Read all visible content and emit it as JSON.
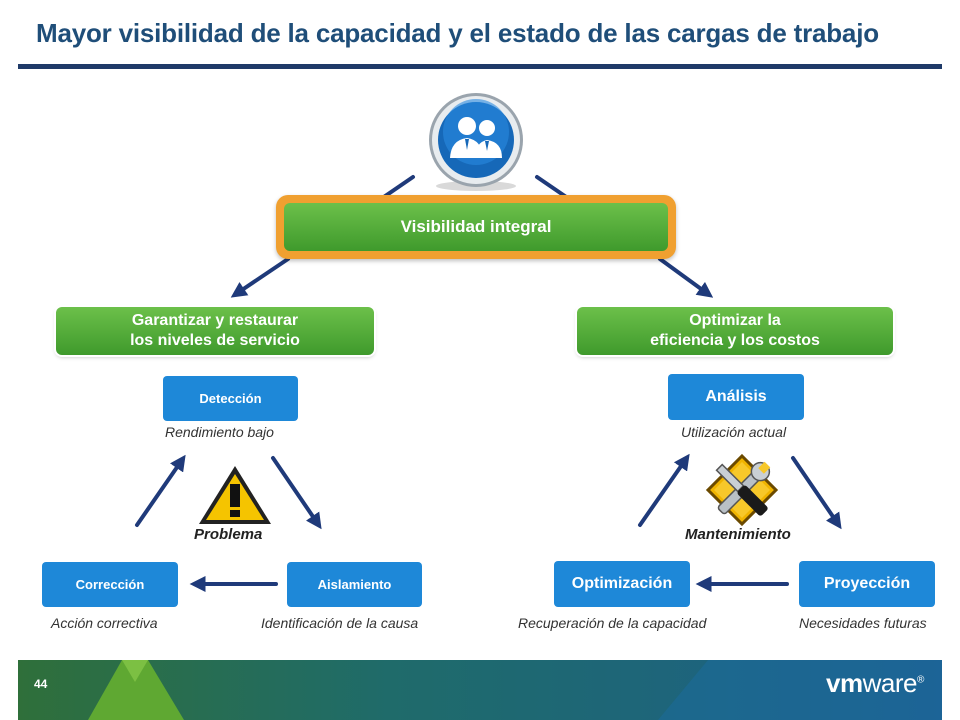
{
  "title": "Mayor visibilidad de la capacidad y el estado de las cargas de trabajo",
  "top_box": "Visibilidad integral",
  "left_branch": {
    "heading_line1": "Garantizar y restaurar",
    "heading_line2": "los niveles de servicio",
    "cycle_center_label": "Problema",
    "nodes": {
      "top": {
        "label": "Detección",
        "caption": "Rendimiento bajo"
      },
      "right": {
        "label": "Aislamiento",
        "caption": "Identificación de la causa"
      },
      "left": {
        "label": "Corrección",
        "caption": "Acción correctiva"
      }
    }
  },
  "right_branch": {
    "heading_line1": "Optimizar la",
    "heading_line2": "eficiencia y los costos",
    "cycle_center_label": "Mantenimiento",
    "nodes": {
      "top": {
        "label": "Análisis",
        "caption": "Utilización actual"
      },
      "right": {
        "label": "Proyección",
        "caption": "Necesidades futuras"
      },
      "left": {
        "label": "Optimización",
        "caption": "Recuperación de la capacidad"
      }
    }
  },
  "footer": {
    "page_number": "44",
    "logo_prefix": "vm",
    "logo_suffix": "ware",
    "logo_mark": "®"
  },
  "icons": {
    "hub": "users-icon",
    "warning": "warning-icon",
    "tools": "tools-icon"
  },
  "colors": {
    "title": "#1f4e79",
    "green": "#4caf36",
    "blue_box": "#1e88d8",
    "orange_frame": "#f0a030",
    "arrow": "#1f3a7a"
  }
}
